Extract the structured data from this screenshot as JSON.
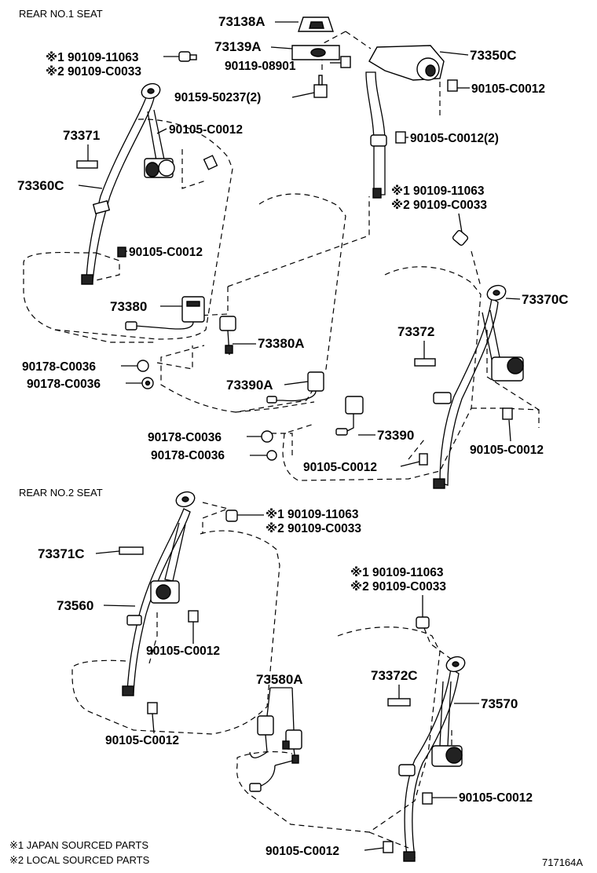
{
  "sections": {
    "seat1": "REAR NO.1  SEAT",
    "seat2": "REAR  NO.2  SEAT"
  },
  "parts": {
    "p73138A": "73138A",
    "p73139A": "73139A",
    "p73350C": "73350C",
    "p90119": "90119-08901",
    "p90159": "90159-50237(2)",
    "p90105_r1": "90105-C0012",
    "p90105_2": "90105-C0012(2)",
    "p73371": "73371",
    "p73360C": "73360C",
    "p90105_s1a": "90105-C0012",
    "p90105_s1b": "90105-C0012",
    "p73380": "73380",
    "p73380A": "73380A",
    "p90178_a": "90178-C0036",
    "p90178_b": "90178-C0036",
    "p73390A": "73390A",
    "p90178_c": "90178-C0036",
    "p90178_d": "90178-C0036",
    "p73390": "73390",
    "p90105_m": "90105-C0012",
    "p73372": "73372",
    "p73370C": "73370C",
    "p90105_r2": "90105-C0012",
    "p73371C": "73371C",
    "p73560": "73560",
    "p90105_s2a": "90105-C0012",
    "p90105_s2b": "90105-C0012",
    "p73580A": "73580A",
    "p73372C": "73372C",
    "p73570": "73570",
    "p90105_s3a": "90105-C0012",
    "p90105_s3b": "90105-C0012"
  },
  "marked": [
    {
      "m1": "※1",
      "v1": "90109-11063",
      "m2": "※2",
      "v2": "90109-C0033"
    },
    {
      "m1": "※1",
      "v1": "90109-11063",
      "m2": "※2",
      "v2": "90109-C0033"
    },
    {
      "m1": "※1",
      "v1": "90109-11063",
      "m2": "※2",
      "v2": "90109-C0033"
    },
    {
      "m1": "※1",
      "v1": "90109-11063",
      "m2": "※2",
      "v2": "90109-C0033"
    }
  ],
  "legend": {
    "note1": "※1 JAPAN SOURCED PARTS",
    "note2": "※2 LOCAL SOURCED PARTS"
  },
  "figure_id": "717164A"
}
